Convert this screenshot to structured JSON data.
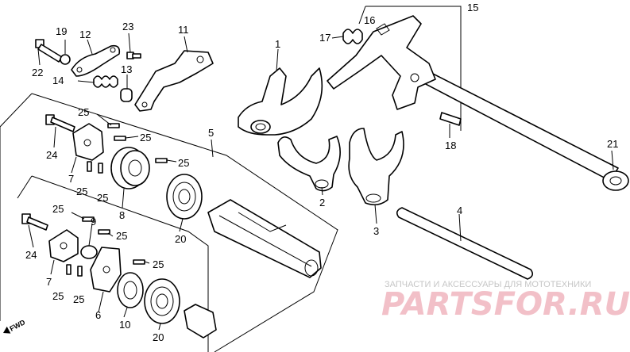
{
  "labels": {
    "l1": "1",
    "l2": "2",
    "l3": "3",
    "l4": "4",
    "l5": "5",
    "l6": "6",
    "l7": "7",
    "l8": "8",
    "l9": "9",
    "l10": "10",
    "l11": "11",
    "l12": "12",
    "l13": "13",
    "l14": "14",
    "l15": "15",
    "l16": "16",
    "l17": "17",
    "l18": "18",
    "l19": "19",
    "l20": "20",
    "l21": "21",
    "l22": "22",
    "l23": "23",
    "l24": "24",
    "l25": "25"
  },
  "watermark": {
    "caption": "ЗАПЧАСТИ И АКСЕССУАРЫ ДЛЯ МОТОТЕХНИКИ",
    "logo": "PARTSFOR.RU"
  },
  "direction": {
    "fwd": "FWD"
  },
  "colors": {
    "line": "#000000",
    "watermark_logo": "#f2c0c8",
    "watermark_text": "#c6c6c6"
  }
}
